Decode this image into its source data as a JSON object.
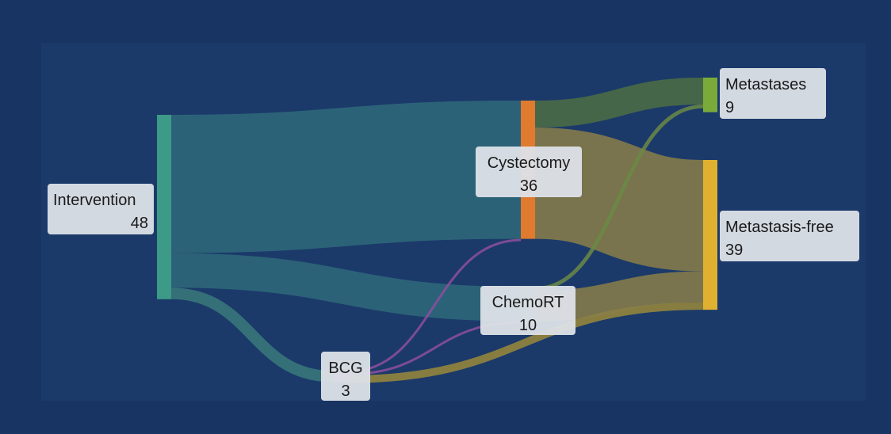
{
  "chart_data": {
    "type": "sankey",
    "title": "",
    "nodes": [
      {
        "id": "intervention",
        "label": "Intervention",
        "value": 48,
        "color": "#3d9a86"
      },
      {
        "id": "cystectomy",
        "label": "Cystectomy",
        "value": 36,
        "color": "#e07a2e"
      },
      {
        "id": "chemort",
        "label": "ChemoRT",
        "value": 10,
        "color": "#5a8f6e"
      },
      {
        "id": "bcg",
        "label": "BCG",
        "value": 3,
        "color": "#8e4f9e"
      },
      {
        "id": "metastases",
        "label": "Metastases",
        "value": 9,
        "color": "#7aab3a"
      },
      {
        "id": "metastasis_free",
        "label": "Metastasis-free",
        "value": 39,
        "color": "#e0b030"
      }
    ],
    "links": [
      {
        "source": "intervention",
        "target": "cystectomy",
        "value": 36,
        "color": "#2f6a7a"
      },
      {
        "source": "intervention",
        "target": "chemort",
        "value": 9,
        "color": "#2f6a7a"
      },
      {
        "source": "intervention",
        "target": "bcg",
        "value": 3,
        "color": "#3a7a7a"
      },
      {
        "source": "bcg",
        "target": "cystectomy",
        "value": 0.5,
        "color": "#8e4f9e"
      },
      {
        "source": "bcg",
        "target": "chemort",
        "value": 0.5,
        "color": "#8e4f9e"
      },
      {
        "source": "bcg",
        "target": "metastasis_free",
        "value": 2,
        "color": "#9a8a3a"
      },
      {
        "source": "cystectomy",
        "target": "metastases",
        "value": 7,
        "color": "#4d6f43"
      },
      {
        "source": "cystectomy",
        "target": "metastasis_free",
        "value": 29,
        "color": "#8a7f48"
      },
      {
        "source": "chemort",
        "target": "metastases",
        "value": 1,
        "color": "#6b8a45"
      },
      {
        "source": "chemort",
        "target": "metastasis_free",
        "value": 8,
        "color": "#8a7f48"
      }
    ],
    "colors": {
      "background": "#183462",
      "panel": "#1b3a6a",
      "label_box": "#dde1e8",
      "label_text": "#1a1a1a"
    }
  }
}
